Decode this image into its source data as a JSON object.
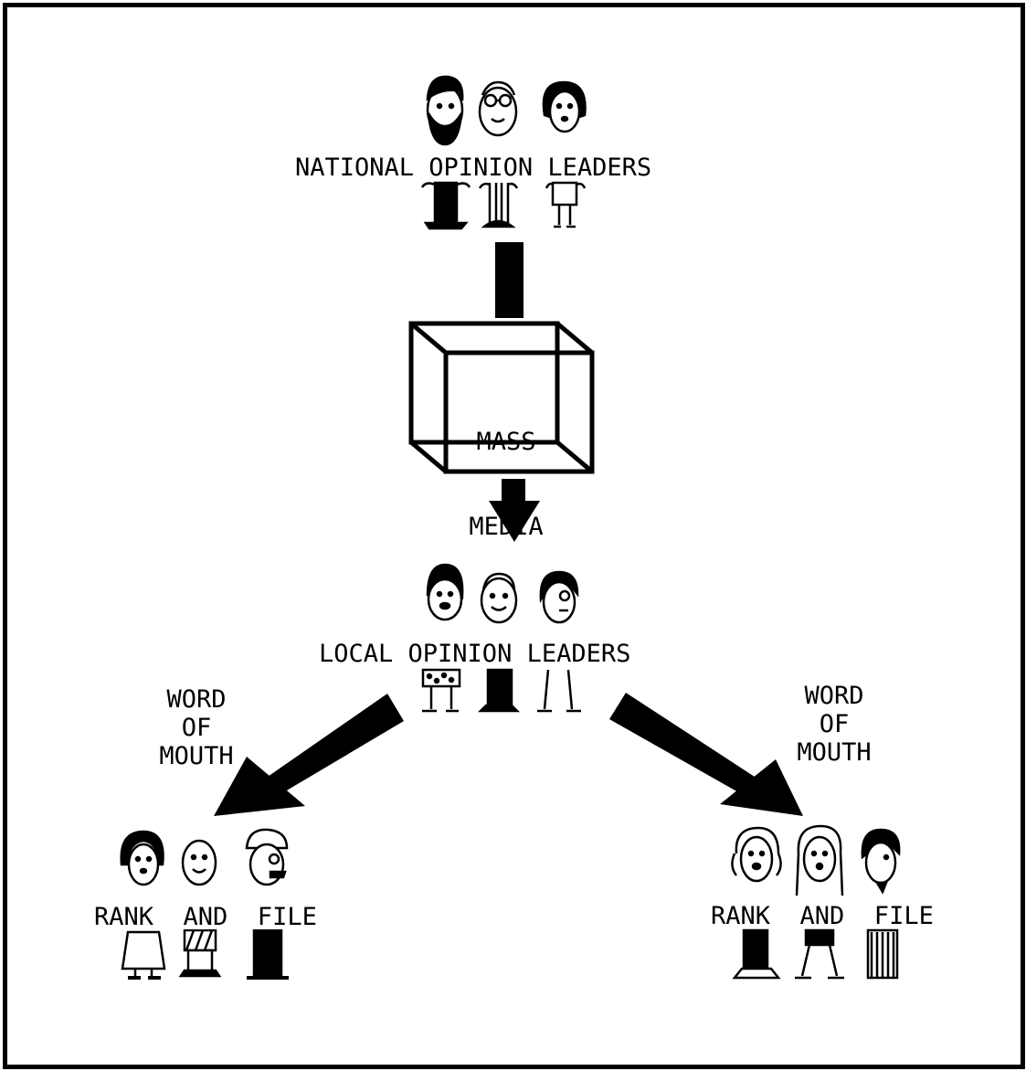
{
  "diagram": {
    "nodes": {
      "national": "NATIONAL OPINION LEADERS",
      "media_line1": "MASS",
      "media_line2": "MEDIA",
      "local": "LOCAL OPINION LEADERS",
      "rank_left": "RANK  AND  FILE",
      "rank_right": "RANK  AND  FILE"
    },
    "edges": {
      "word_of_mouth_left": "WORD\nOF\nMOUTH",
      "word_of_mouth_right": "WORD\nOF\nMOUTH"
    }
  },
  "colors": {
    "ink": "#000000",
    "paper": "#ffffff"
  }
}
